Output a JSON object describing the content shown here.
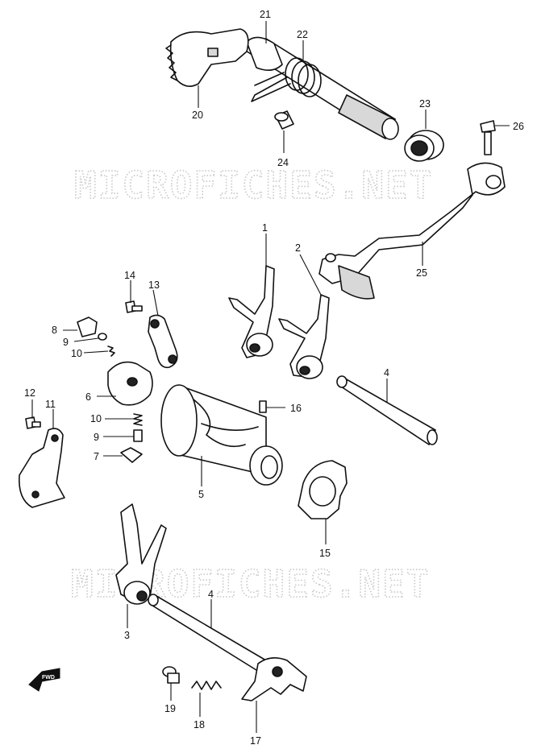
{
  "watermark": {
    "text": "MICROFICHES.NET"
  },
  "fwd_label": "FWD",
  "callouts": [
    "21",
    "22",
    "20",
    "23",
    "26",
    "24",
    "25",
    "1",
    "2",
    "14",
    "13",
    "8",
    "9",
    "10",
    "4",
    "12",
    "11",
    "6",
    "16",
    "10",
    "9",
    "7",
    "5",
    "15",
    "3",
    "4",
    "19",
    "18",
    "17"
  ]
}
